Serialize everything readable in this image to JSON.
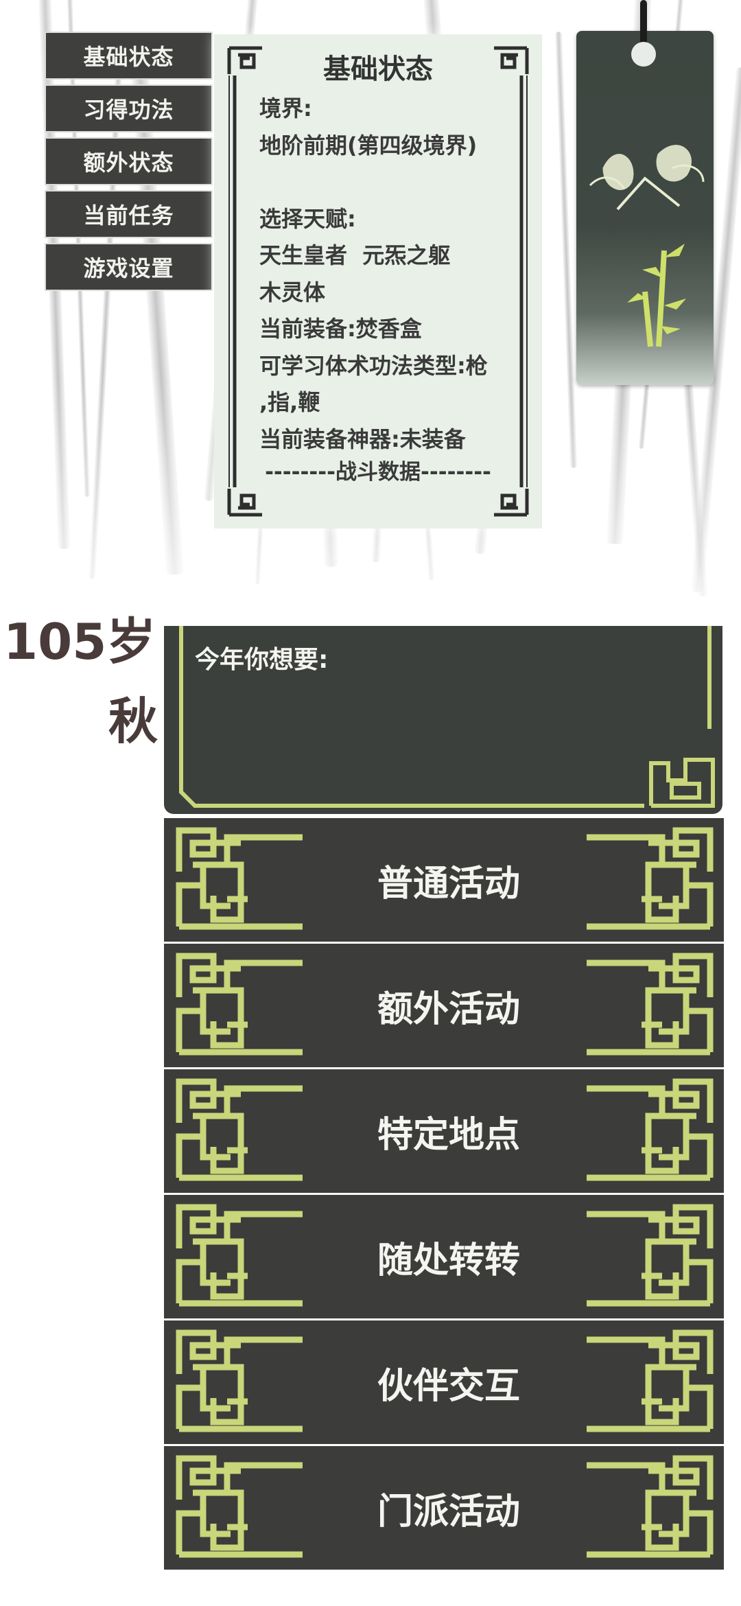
{
  "menu": {
    "items": [
      "基础状态",
      "习得功法",
      "额外状态",
      "当前任务",
      "游戏设置"
    ]
  },
  "status": {
    "title": "基础状态",
    "lines": [
      "境界:",
      "地阶前期(第四级境界)",
      "",
      "选择天赋:",
      "天生皇者  元炁之躯",
      "木灵体",
      "当前装备:焚香盒",
      "可学习体术功法类型:枪",
      ",指,鞭",
      "当前装备神器:未装备"
    ],
    "footer": "--------战斗数据--------"
  },
  "header": {
    "age": "105岁",
    "season": "秋"
  },
  "prompt": {
    "label": "今年你想要:"
  },
  "actions": [
    "普通活动",
    "额外活动",
    "特定地点",
    "随处转转",
    "伙伴交互",
    "门派活动"
  ],
  "colors": {
    "dark": "#3c3c3a",
    "accent": "#c9d67a",
    "panel": "#e8f0e8"
  }
}
